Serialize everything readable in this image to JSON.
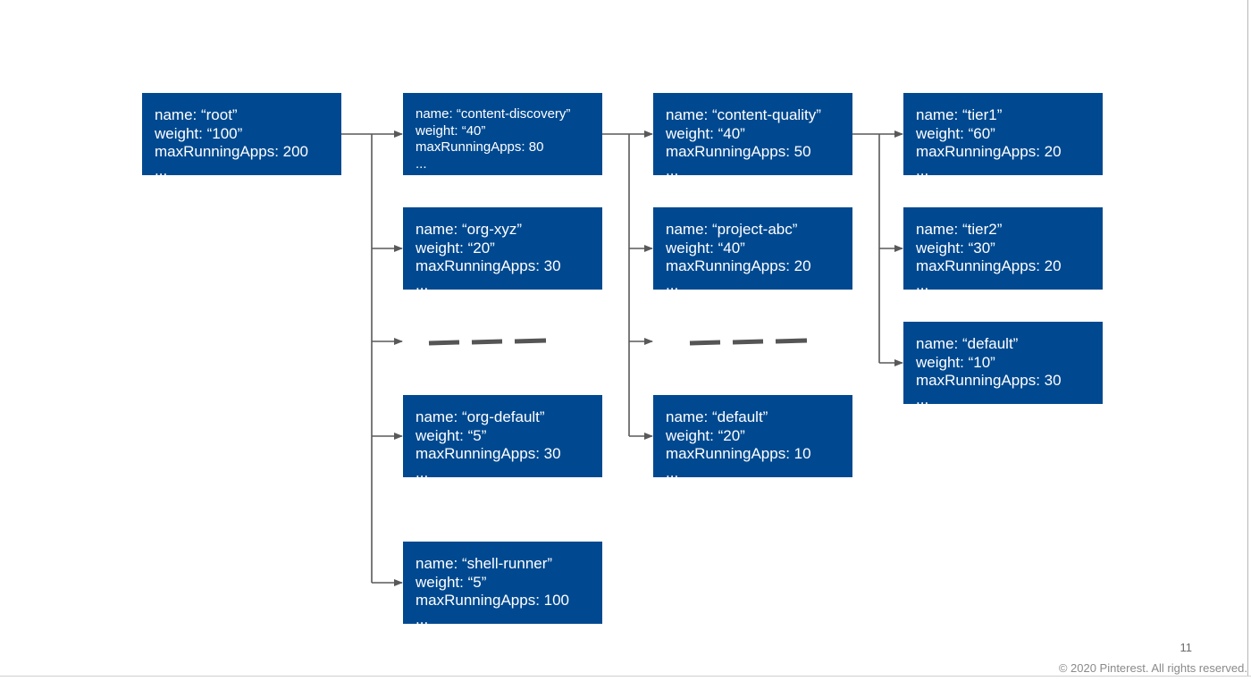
{
  "nodes": [
    {
      "id": "root",
      "name": "name: “root”",
      "weight": "weight: “100”",
      "max": "maxRunningApps: 200",
      "more": "..."
    },
    {
      "id": "content-discovery",
      "name": "name: “content-discovery”",
      "weight": "weight: “40”",
      "max": "maxRunningApps: 80",
      "more": "..."
    },
    {
      "id": "org-xyz",
      "name": "name: “org-xyz”",
      "weight": "weight: “20”",
      "max": "maxRunningApps: 30",
      "more": "..."
    },
    {
      "id": "org-default",
      "name": "name: “org-default”",
      "weight": "weight: “5”",
      "max": "maxRunningApps: 30",
      "more": "..."
    },
    {
      "id": "shell-runner",
      "name": "name: “shell-runner”",
      "weight": "weight: “5”",
      "max": "maxRunningApps: 100",
      "more": "..."
    },
    {
      "id": "content-quality",
      "name": "name: “content-quality”",
      "weight": "weight: “40”",
      "max": "maxRunningApps: 50",
      "more": "..."
    },
    {
      "id": "project-abc",
      "name": "name: “project-abc”",
      "weight": "weight: “40”",
      "max": "maxRunningApps: 20",
      "more": "..."
    },
    {
      "id": "cd-default",
      "name": "name: “default”",
      "weight": "weight: “20”",
      "max": "maxRunningApps: 10",
      "more": "..."
    },
    {
      "id": "tier1",
      "name": "name: “tier1”",
      "weight": "weight: “60”",
      "max": "maxRunningApps: 20",
      "more": "..."
    },
    {
      "id": "tier2",
      "name": "name: “tier2”",
      "weight": "weight: “30”",
      "max": "maxRunningApps: 20",
      "more": "..."
    },
    {
      "id": "cq-default",
      "name": "name: “default”",
      "weight": "weight: “10”",
      "max": "maxRunningApps: 30",
      "more": "..."
    }
  ],
  "edges": [
    [
      "root",
      "content-discovery"
    ],
    [
      "root",
      "org-xyz"
    ],
    [
      "root",
      "org-default"
    ],
    [
      "root",
      "shell-runner"
    ],
    [
      "content-discovery",
      "content-quality"
    ],
    [
      "content-discovery",
      "project-abc"
    ],
    [
      "content-discovery",
      "cd-default"
    ],
    [
      "content-quality",
      "tier1"
    ],
    [
      "content-quality",
      "tier2"
    ],
    [
      "content-quality",
      "cq-default"
    ]
  ],
  "footer": {
    "page_number": "11",
    "copyright": "© 2020 Pinterest. All rights reserved."
  }
}
